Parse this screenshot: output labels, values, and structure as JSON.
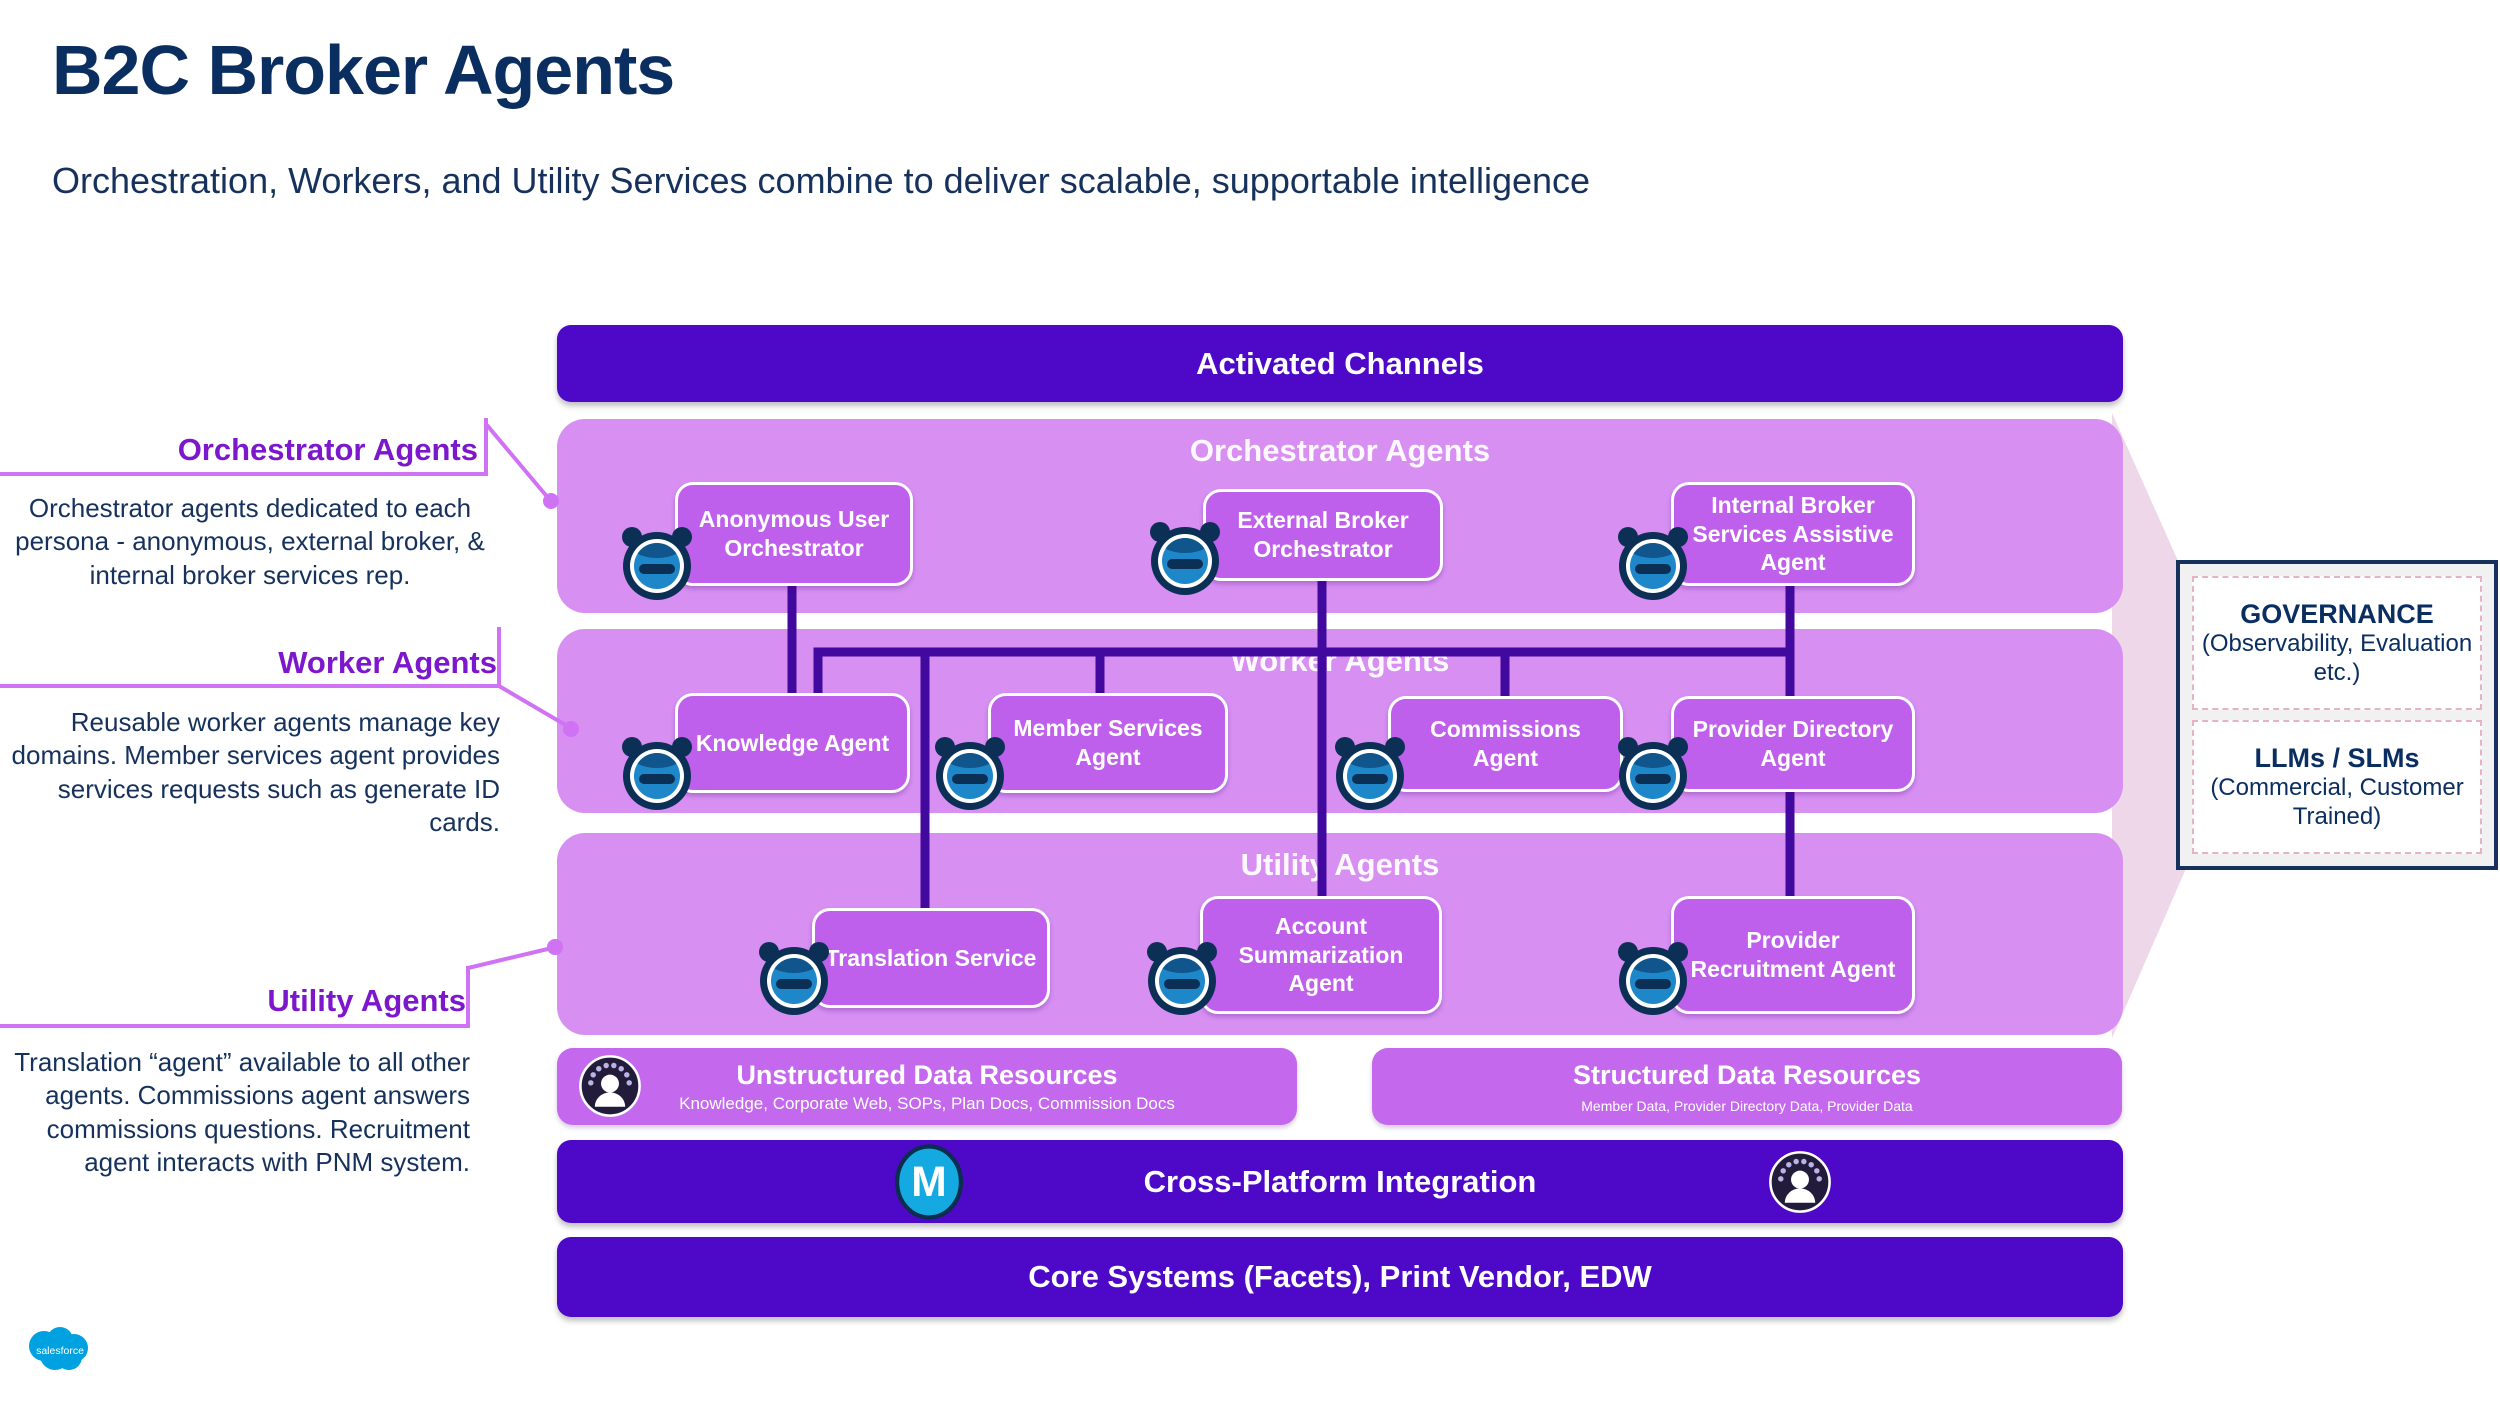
{
  "page": {
    "title": "B2C Broker Agents",
    "subtitle": "Orchestration, Workers, and Utility Services combine to deliver scalable, supportable intelligence"
  },
  "callouts": [
    {
      "label": "Orchestrator Agents",
      "description": "Orchestrator agents dedicated to each persona - anonymous, external broker, & internal broker services rep."
    },
    {
      "label": "Worker Agents",
      "description": "Reusable worker agents manage key domains. Member services agent provides services requests such as generate ID cards."
    },
    {
      "label": "Utility Agents",
      "description": "Translation “agent” available to all other agents. Commissions agent answers commissions questions. Recruitment agent interacts with PNM system."
    }
  ],
  "diagram": {
    "activated_channels": "Activated Channels",
    "bands": [
      {
        "title": "Orchestrator Agents",
        "agents": [
          "Anonymous User Orchestrator",
          "External Broker Orchestrator",
          "Internal Broker Services Assistive Agent"
        ]
      },
      {
        "title": "Worker Agents",
        "agents": [
          "Knowledge Agent",
          "Member Services Agent",
          "Commissions Agent",
          "Provider Directory Agent"
        ]
      },
      {
        "title": "Utility Agents",
        "agents": [
          "Translation Service",
          "Account Summarization Agent",
          "Provider Recruitment Agent"
        ]
      }
    ],
    "data_resources": [
      {
        "title": "Unstructured Data Resources",
        "subtitle": "Knowledge, Corporate Web, SOPs, Plan Docs, Commission Docs"
      },
      {
        "title": "Structured Data Resources",
        "subtitle": "Member Data, Provider Directory Data, Provider Data"
      }
    ],
    "integration_bar": "Cross-Platform Integration",
    "core_bar": "Core Systems (Facets), Print Vendor, EDW"
  },
  "side_panel": {
    "governance_title": "GOVERNANCE",
    "governance_sub": "(Observability, Evaluation etc.)",
    "llm_title": "LLMs / SLMs",
    "llm_sub": "(Commercial, Customer Trained)"
  },
  "footer": {
    "logo_text": "salesforce"
  },
  "colors": {
    "dark_bar": "#4d09c7",
    "light_band": "#d78ff2",
    "agent_box": "#bf60ec",
    "connector": "#42099e",
    "callout_line": "#cf72f3",
    "callout_label": "#7d17cc",
    "navy_text": "#16325c",
    "pink_arrow": "#eed7e9",
    "mulesoft_blue": "#14a9e0",
    "salesforce_blue": "#00a1e0"
  }
}
